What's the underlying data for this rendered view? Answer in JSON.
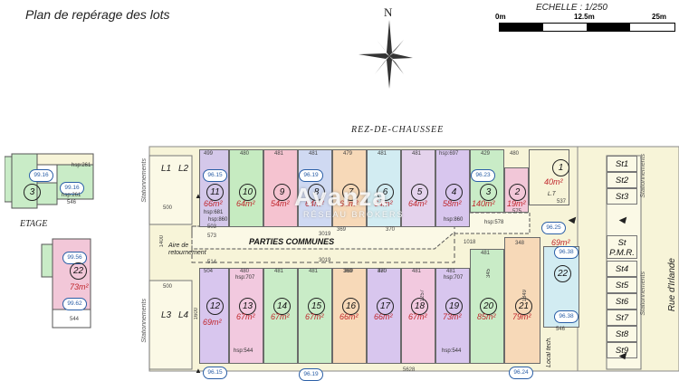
{
  "title": "Plan de repérage des lots",
  "scale": {
    "label": "ECHELLE : 1/250",
    "ticks": [
      "0m",
      "12.5m",
      "25m"
    ]
  },
  "north": "N",
  "levels": {
    "ground": "REZ-DE-CHAUSSEE",
    "upper": "ETAGE"
  },
  "street": "Rue d'Irlande",
  "side_labels": {
    "stationnements": "Stationnements"
  },
  "common_areas": {
    "parties_communes": "PARTIES COMMUNES",
    "aire": "Aire de retournement",
    "local_tech": "Local tech."
  },
  "watermark": {
    "brand": "Avanza",
    "sub": "RÉSEAU BROKERS"
  },
  "lots_top": [
    {
      "num": "11",
      "area": "66m²",
      "color": "#d4c8ea"
    },
    {
      "num": "10",
      "area": "64m²",
      "color": "#c6ebc1"
    },
    {
      "num": "9",
      "area": "54m²",
      "color": "#f5c3d0"
    },
    {
      "num": "8",
      "area": "64m²",
      "color": "#cfd9f2"
    },
    {
      "num": "7",
      "area": "64m²",
      "color": "#f7d9b8"
    },
    {
      "num": "6",
      "area": "64m²",
      "color": "#d2ecf2"
    },
    {
      "num": "5",
      "area": "64m²",
      "color": "#e4d2ec"
    },
    {
      "num": "4",
      "area": "58m²",
      "color": "#d8c6ee"
    },
    {
      "num": "3",
      "area": "140m²",
      "color": "#c9ecc7"
    },
    {
      "num": "2",
      "area": "19m²",
      "color": "#f2c7d8"
    },
    {
      "num": "1",
      "area": "40m²",
      "color": "#f7f4d8"
    }
  ],
  "lots_bottom": [
    {
      "num": "12",
      "area": "69m²",
      "color": "#d8c6ee"
    },
    {
      "num": "13",
      "area": "67m²",
      "color": "#f2c9df"
    },
    {
      "num": "14",
      "area": "67m²",
      "color": "#c9ecc7"
    },
    {
      "num": "15",
      "area": "67m²",
      "color": "#c9ecc7"
    },
    {
      "num": "16",
      "area": "66m²",
      "color": "#f7d9b8"
    },
    {
      "num": "17",
      "area": "66m²",
      "color": "#d8c6ee"
    },
    {
      "num": "18",
      "area": "67m²",
      "color": "#f2c9df"
    },
    {
      "num": "19",
      "area": "73m²",
      "color": "#d8c6ee"
    },
    {
      "num": "20",
      "area": "85m²",
      "color": "#c9ecc7"
    },
    {
      "num": "21",
      "area": "79m²",
      "color": "#f7d9b8"
    }
  ],
  "lot_22": {
    "num": "22",
    "area": "69m²"
  },
  "etage_lots": [
    {
      "num": "3"
    },
    {
      "num": "22",
      "area": "73m²"
    }
  ],
  "parking_lots": {
    "left": [
      "L1",
      "L2",
      "L3",
      "L4"
    ],
    "right": [
      "St1",
      "St2",
      "St3",
      "St P.M.R.",
      "St4",
      "St5",
      "St6",
      "St7",
      "St8",
      "St9"
    ]
  },
  "badges": [
    "96.15",
    "96.19",
    "96.23",
    "96.25",
    "96.19",
    "96.24",
    "96.38",
    "96.38",
    "96.15",
    "99.16",
    "99.16",
    "99.56",
    "99.62"
  ],
  "dims_top": [
    "499",
    "480",
    "481",
    "481",
    "479",
    "481",
    "481",
    "hsp:697",
    "429",
    "480",
    "537"
  ],
  "dims_bottom": [
    "504",
    "480",
    "481",
    "481",
    "369",
    "480",
    "481",
    "481",
    "481"
  ],
  "total_width": "5628",
  "corridor": [
    "3019",
    "3019",
    "369",
    "370",
    "369",
    "370",
    "1018",
    "348"
  ],
  "hsp_values": [
    "hsp:681",
    "hsp:860",
    "hsp:860",
    "hsp:578",
    "hsp:707",
    "hsp:707",
    "hsp:544",
    "hsp:544",
    "hsp:261",
    "hsp:261"
  ],
  "misc_dims": [
    "500",
    "1400",
    "500",
    "1600",
    "503",
    "573",
    "514",
    "546",
    "544",
    "345",
    "1849",
    "1257",
    "575",
    "546",
    "L.T"
  ]
}
